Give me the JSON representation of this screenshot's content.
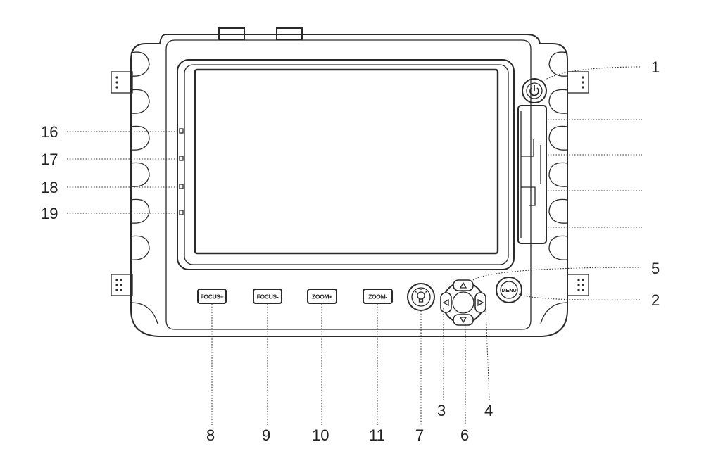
{
  "buttons": {
    "focus_plus": "FOCUS+",
    "focus_minus": "FOCUS-",
    "zoom_plus": "ZOOM+",
    "zoom_minus": "ZOOM-",
    "menu": "MENU"
  },
  "icons": {
    "power": "power-icon",
    "arrow_up": "arrow-up-icon",
    "arrow_down": "arrow-down-icon",
    "arrow_left": "arrow-left-icon",
    "arrow_right": "arrow-right-icon",
    "light": "light-bulb-icon"
  },
  "callouts": {
    "c1": "1",
    "c2": "2",
    "c3": "3",
    "c4": "4",
    "c5": "5",
    "c6": "6",
    "c7": "7",
    "c8": "8",
    "c9": "9",
    "c10": "10",
    "c11": "11",
    "c16": "16",
    "c17": "17",
    "c18": "18",
    "c19": "19"
  }
}
